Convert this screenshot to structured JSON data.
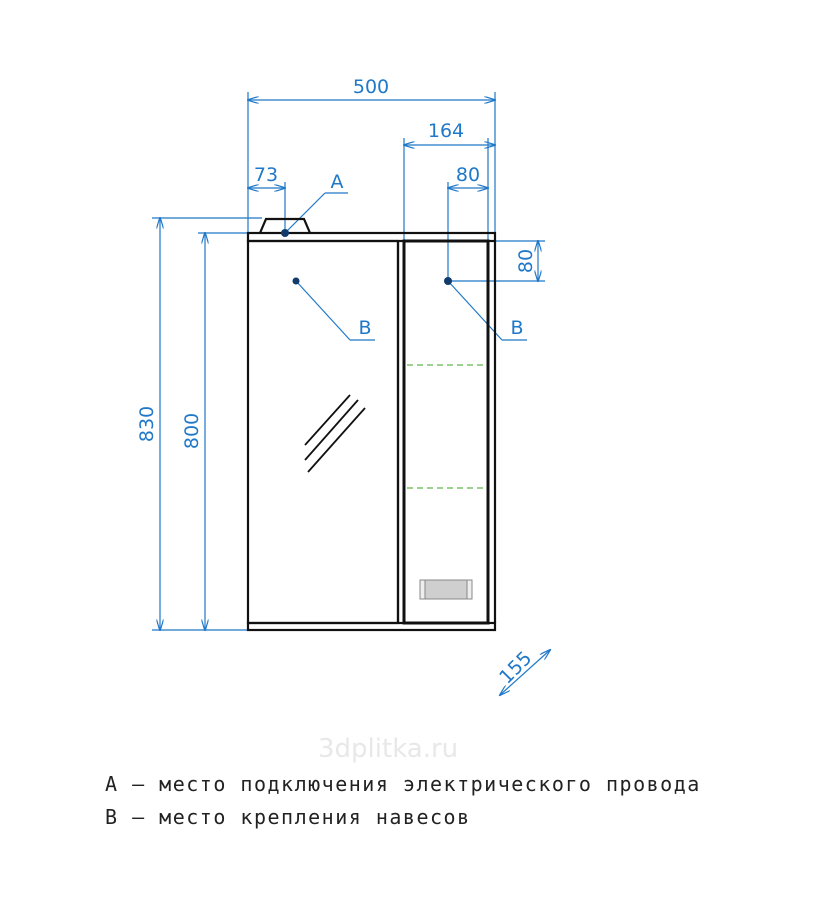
{
  "dimensions": {
    "total_width": "500",
    "right_section_width": "164",
    "connector_offset": "73",
    "right_hinge_offset": "80",
    "hinge_vertical_offset": "80",
    "total_height": "830",
    "body_height": "800",
    "depth": "155"
  },
  "markers": {
    "a": "A",
    "b_left": "B",
    "b_right": "B"
  },
  "legend": {
    "a": "А – место подключения электрического провода",
    "b": "В – место крепления навесов"
  },
  "watermark": "3dplitka.ru",
  "colors": {
    "dimension": "#1f78c8",
    "outline": "#111111",
    "shelf": "#7cc36a"
  }
}
